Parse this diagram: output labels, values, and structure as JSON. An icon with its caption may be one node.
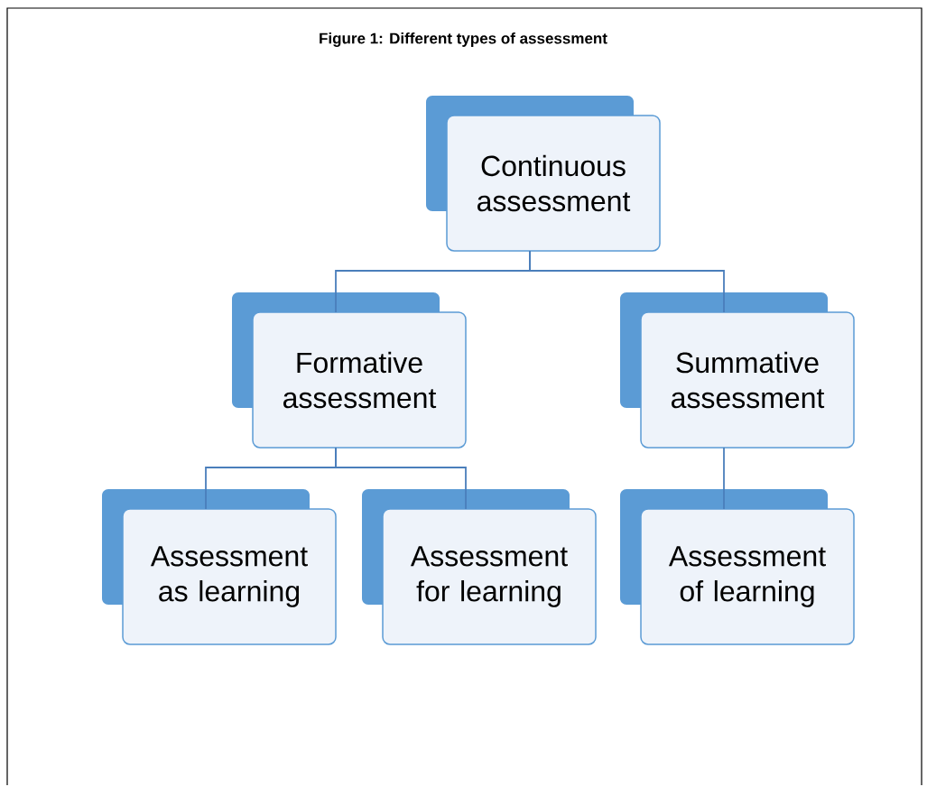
{
  "diagram": {
    "title": "Figure 1: Different types of assessment",
    "nodes": [
      {
        "text": [
          "Continuous assessment"
        ]
      },
      {
        "text": [
          "Formative assessment"
        ]
      },
      {
        "text": [
          "Summative assessment"
        ]
      },
      {
        "text": [
          "Assessment as learning"
        ]
      },
      {
        "text": [
          "Assessment for learning"
        ]
      },
      {
        "text": [
          "Assessment of learning"
        ]
      }
    ],
    "edges": [
      {
        "from": 0,
        "to": 1,
        "arrow": "none"
      },
      {
        "from": 0,
        "to": 2,
        "arrow": "none"
      },
      {
        "from": 1,
        "to": 3,
        "arrow": "none"
      },
      {
        "from": 1,
        "to": 4,
        "arrow": "none"
      },
      {
        "from": 2,
        "to": 5,
        "arrow": "none"
      }
    ]
  }
}
